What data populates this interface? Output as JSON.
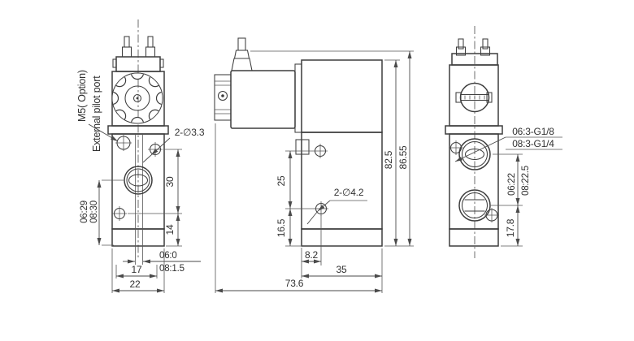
{
  "meta": {
    "type": "technical-dimension-drawing",
    "subject": "solenoid valve - three orthographic views with dimensions"
  },
  "colors": {
    "outline": "#3d3d3d",
    "dimension": "#4a4a4a",
    "text": "#303030",
    "background": "#ffffff"
  },
  "left_view": {
    "label_m5": "M5( Option)",
    "label_external_pilot": "External pilot port",
    "callout_mounting_holes": "2-∅3.3",
    "dim_port_height_06": "06:29",
    "dim_port_height_08": "08:30",
    "dim_hole_span": "30",
    "dim_hole_to_bottom": "14",
    "dim_offset_06": "06:0",
    "dim_offset_08": "08:1.5",
    "dim_width_inner": "17",
    "dim_width": "22"
  },
  "middle_view": {
    "dim_hole_span": "25",
    "dim_hole_to_bottom": "16.5",
    "callout_mounting_holes": "2-∅4.2",
    "dim_hole_from_edge": "8.2",
    "dim_body_width": "35",
    "dim_total_length": "73.6",
    "dim_body_height": "82.5",
    "dim_total_height": "86.55"
  },
  "right_view": {
    "callout_port_06": "06:3-G1/8",
    "callout_port_08": "08:3-G1/4",
    "dim_port_spacing_06": "06:22",
    "dim_port_spacing_08": "08:22.5",
    "dim_port_to_bottom": "17.8"
  }
}
